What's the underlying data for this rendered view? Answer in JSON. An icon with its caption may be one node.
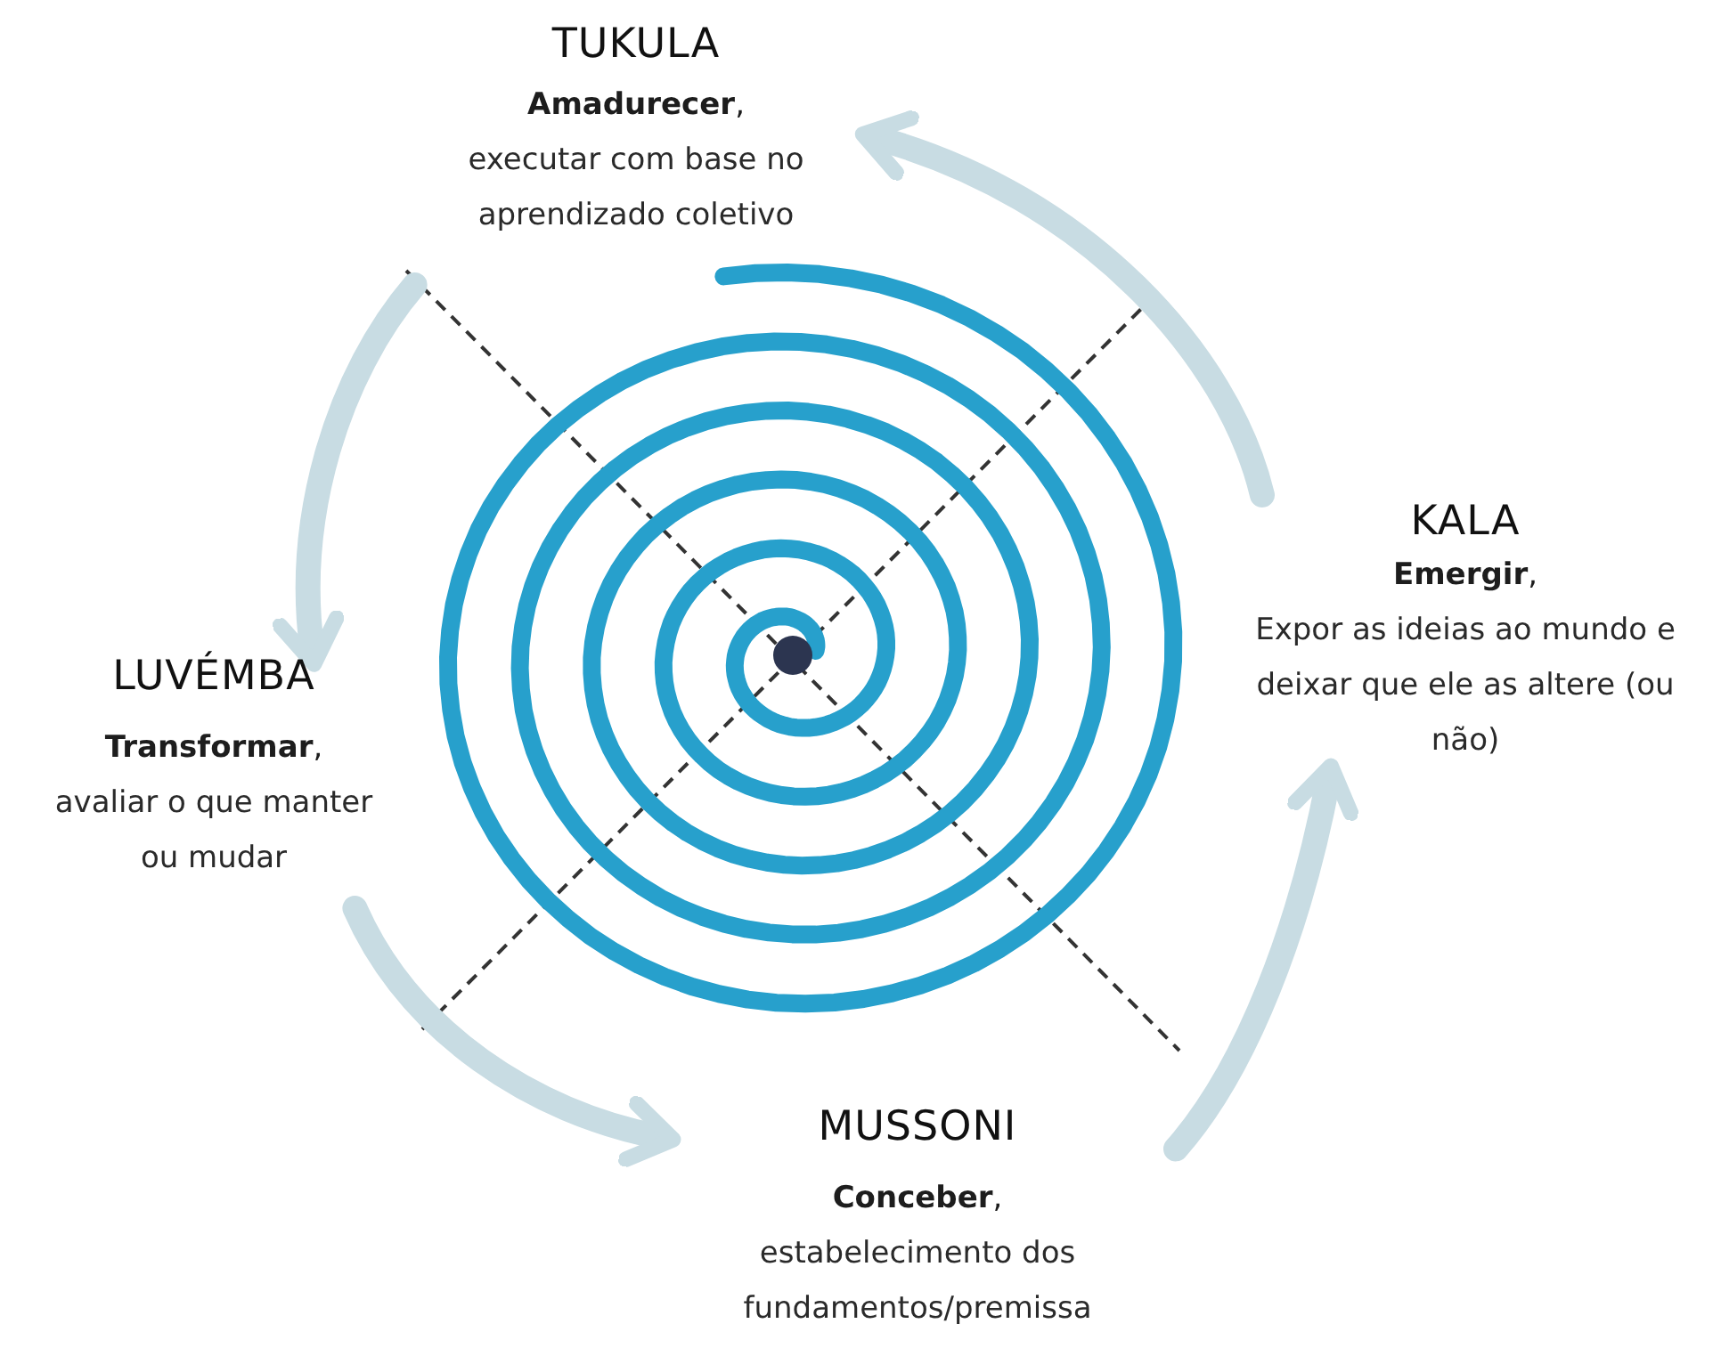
{
  "diagram": {
    "nodes": [
      {
        "text": [
          "TUKULA",
          "**Amadurecer**,",
          "executar com base no aprendizado coletivo"
        ]
      },
      {
        "text": [
          "KALA",
          "**Emergir**,",
          "Expor as ideias ao mundo e deixar que ele as altere (ou não)"
        ]
      },
      {
        "text": [
          "LUVÉMBA",
          "**Transformar**,",
          "avaliar o que manter ou mudar"
        ]
      },
      {
        "text": [
          "MUSSONI",
          "**Conceber**,",
          "estabelecimento dos fundamentos/premissa"
        ]
      }
    ],
    "edges": [
      {
        "from": 3,
        "to": 1,
        "arrow": "to"
      },
      {
        "from": 1,
        "to": 0,
        "arrow": "to"
      },
      {
        "from": 0,
        "to": 2,
        "arrow": "to"
      },
      {
        "from": 2,
        "to": 3,
        "arrow": "to"
      }
    ]
  }
}
